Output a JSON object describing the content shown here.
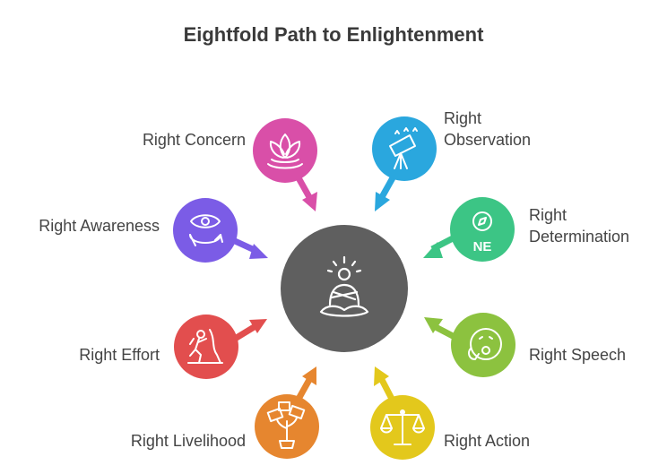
{
  "title": "Eightfold Path to Enlightenment",
  "center": {
    "icon": "meditating-figure-icon",
    "color": "#5f5f5f"
  },
  "items": [
    {
      "id": "concern",
      "label_lines": [
        "Right Concern"
      ],
      "color": "#d94fa8",
      "icon": "lotus-icon"
    },
    {
      "id": "observation",
      "label_lines": [
        "Right",
        "Observation"
      ],
      "color": "#2aa7de",
      "icon": "telescope-icon"
    },
    {
      "id": "awareness",
      "label_lines": [
        "Right Awareness"
      ],
      "color": "#7b5ce6",
      "icon": "eye-cycle-icon"
    },
    {
      "id": "determination",
      "label_lines": [
        "Right",
        "Determination"
      ],
      "color": "#3cc585",
      "icon": "compass-icon",
      "icon_text": "NE"
    },
    {
      "id": "effort",
      "label_lines": [
        "Right Effort"
      ],
      "color": "#e24e4e",
      "icon": "climber-icon"
    },
    {
      "id": "speech",
      "label_lines": [
        "Right Speech"
      ],
      "color": "#8cc23f",
      "icon": "speaking-face-icon"
    },
    {
      "id": "livelihood",
      "label_lines": [
        "Right Livelihood"
      ],
      "color": "#e6862f",
      "icon": "money-plant-icon"
    },
    {
      "id": "action",
      "label_lines": [
        "Right Action"
      ],
      "color": "#e3c81c",
      "icon": "balance-scale-icon"
    }
  ]
}
